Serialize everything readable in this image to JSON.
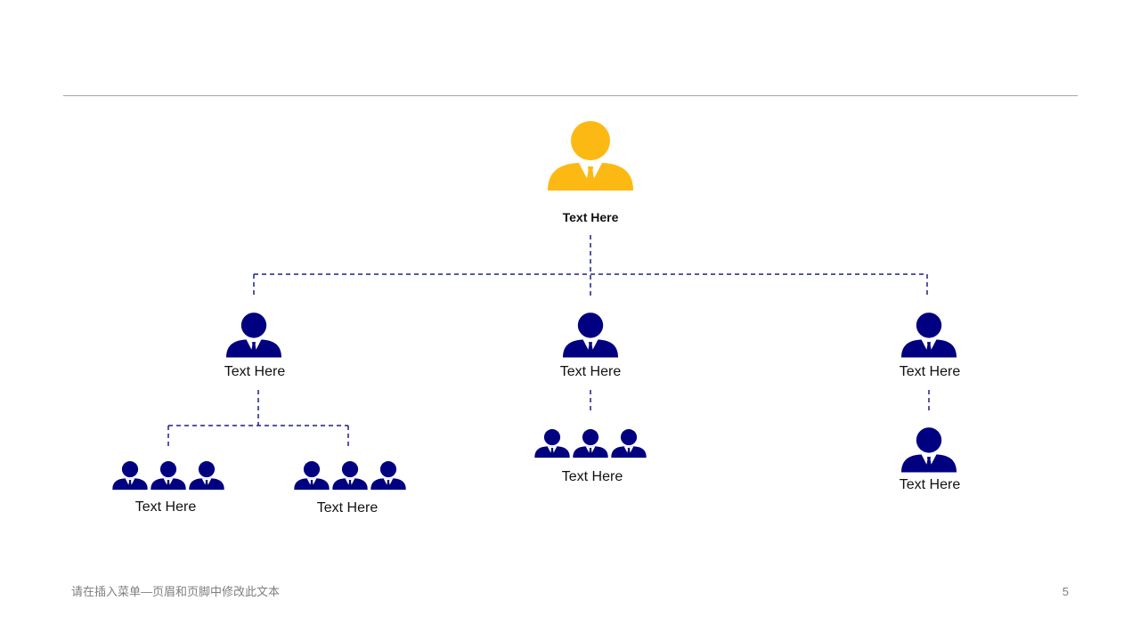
{
  "colors": {
    "leader": "#FDB913",
    "member": "#000080",
    "connector": "#1F1F8C"
  },
  "icon": "person-with-tie-icon",
  "root": {
    "label": "Text Here"
  },
  "level2": [
    {
      "label": "Text Here"
    },
    {
      "label": "Text Here"
    },
    {
      "label": "Text Here"
    }
  ],
  "level3": [
    {
      "label": "Text Here",
      "count": 3
    },
    {
      "label": "Text Here",
      "count": 3
    },
    {
      "label": "Text Here",
      "count": 3
    },
    {
      "label": "Text Here",
      "count": 1
    }
  ],
  "footer": {
    "text": "请在插入菜单—页眉和页脚中修改此文本",
    "page_number": "5"
  }
}
